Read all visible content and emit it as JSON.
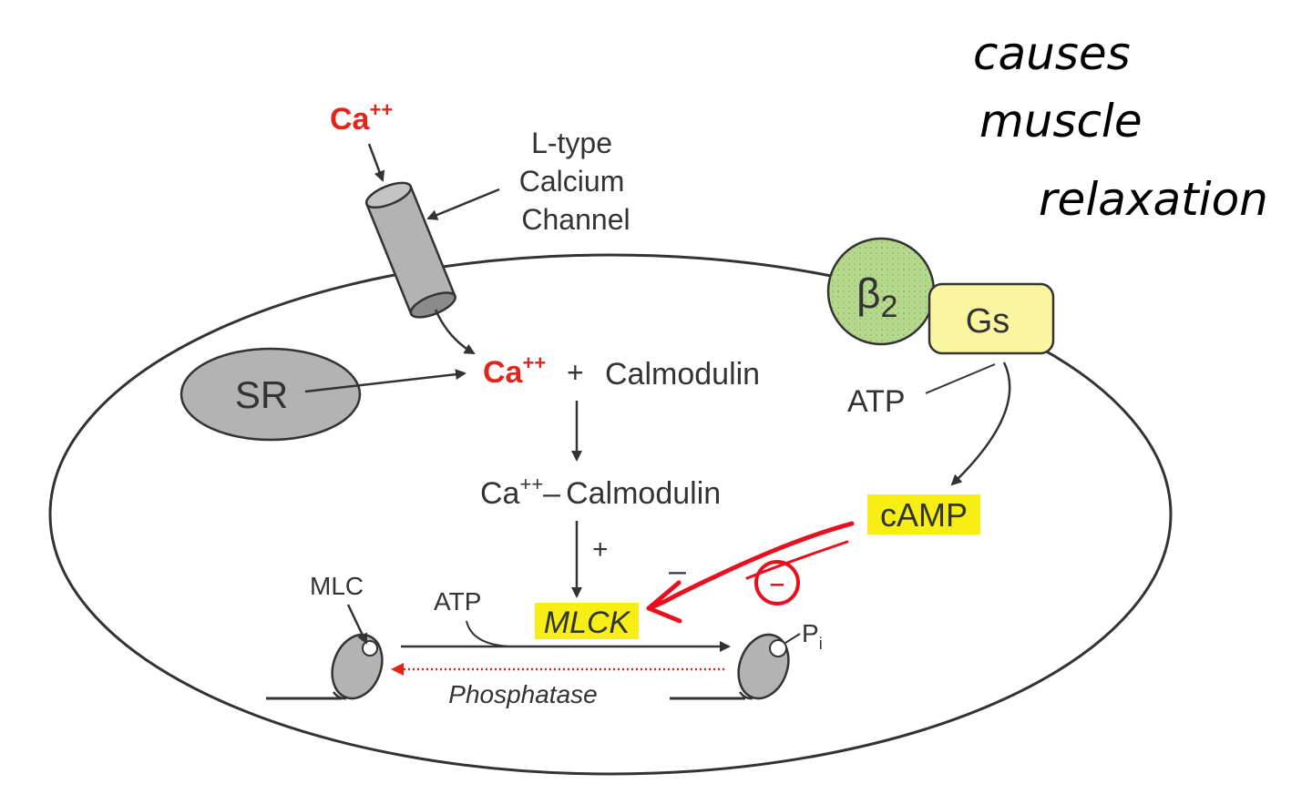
{
  "diagram": {
    "labels": {
      "ca_extracellular": "Ca",
      "ca_extracellular_sup": "++",
      "l_type_channel": [
        "L-type",
        "Calcium",
        "Channel"
      ],
      "sr": "SR",
      "ca_intracellular": "Ca",
      "ca_intracellular_sup": "++",
      "plus_sign": "+",
      "calmodulin": "Calmodulin",
      "ca_calmodulin_ca": "Ca",
      "ca_calmodulin_sup": "++",
      "ca_calmodulin_dash": "–",
      "ca_calmodulin_name": "Calmodulin",
      "activation_sign": "+",
      "mlck": "MLCK",
      "inhibition_sign": "–",
      "beta2": "β",
      "beta2_sub": "2",
      "gs": "Gs",
      "atp_top": "ATP",
      "camp": "cAMP",
      "mlc": "MLC",
      "atp_bottom": "ATP",
      "pi": "P",
      "pi_sub": "i",
      "phosphatase": "Phosphatase"
    },
    "annotation": {
      "handwritten_note": [
        "causes",
        "muscle",
        "relaxation"
      ],
      "circled_symbol": "–"
    },
    "colors": {
      "outline": "#333333",
      "gray_fill": "#b3b3b3",
      "beta2_fill": "#b7d98f",
      "gs_fill": "#fbf5a0",
      "highlight": "#f7ee16",
      "red": "#e3241b",
      "annotation_red": "#e8101f"
    }
  }
}
